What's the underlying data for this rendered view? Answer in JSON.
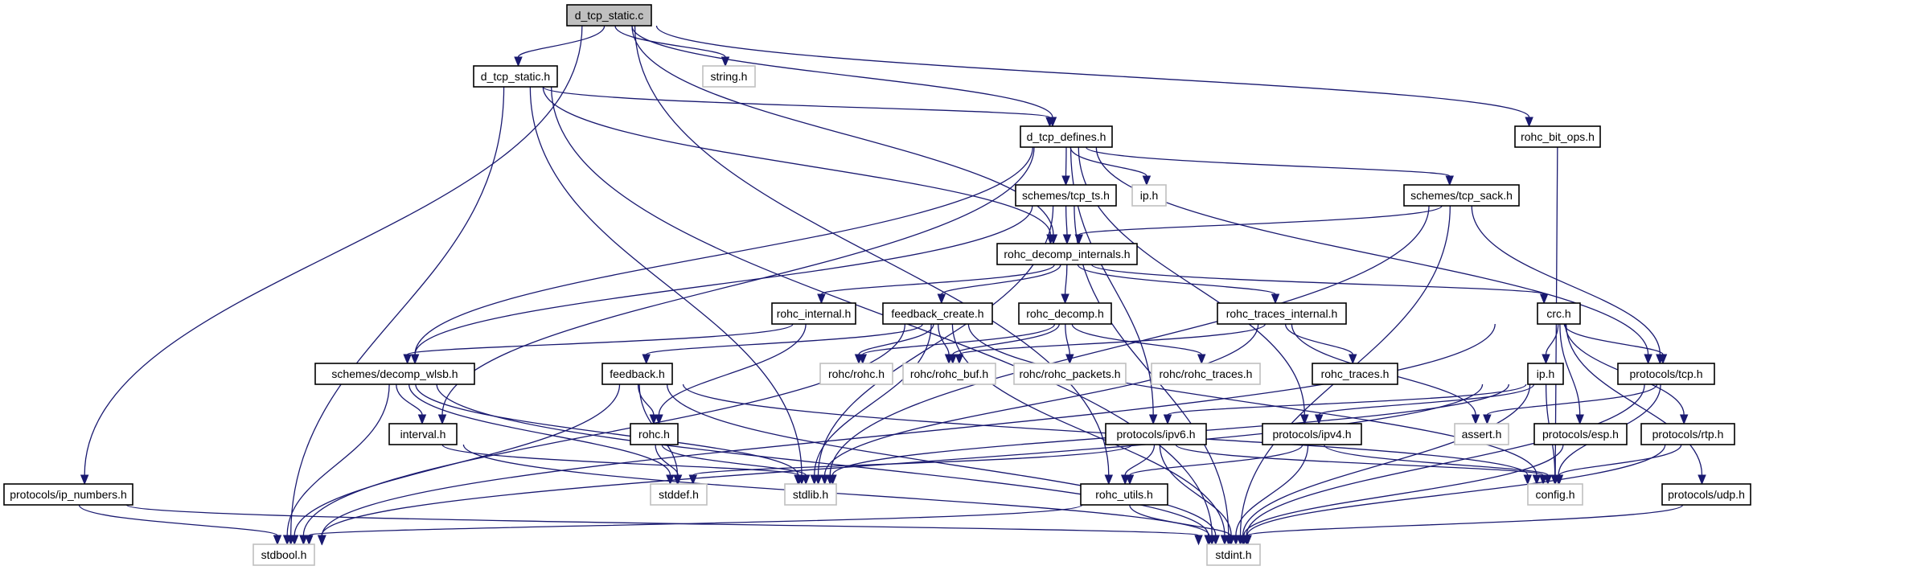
{
  "title": "d_tcp_static.c",
  "colors": {
    "edge": "#191970",
    "root_fill": "#bfbfbf",
    "local_border": "#000000",
    "system_border": "#bfbfbf"
  },
  "nodes": [
    {
      "id": "d_tcp_static_c",
      "label": "d_tcp_static.c",
      "kind": "root"
    },
    {
      "id": "d_tcp_static_h",
      "label": "d_tcp_static.h",
      "kind": "local"
    },
    {
      "id": "string_h",
      "label": "string.h",
      "kind": "system"
    },
    {
      "id": "d_tcp_defines_h",
      "label": "d_tcp_defines.h",
      "kind": "local"
    },
    {
      "id": "rohc_bit_ops_h",
      "label": "rohc_bit_ops.h",
      "kind": "local"
    },
    {
      "id": "schemes_tcp_ts_h",
      "label": "schemes/tcp_ts.h",
      "kind": "local"
    },
    {
      "id": "ip_h_sys",
      "label": "ip.h",
      "kind": "system"
    },
    {
      "id": "schemes_tcp_sack_h",
      "label": "schemes/tcp_sack.h",
      "kind": "local"
    },
    {
      "id": "rohc_decomp_internals_h",
      "label": "rohc_decomp_internals.h",
      "kind": "local"
    },
    {
      "id": "rohc_internal_h",
      "label": "rohc_internal.h",
      "kind": "local"
    },
    {
      "id": "feedback_create_h",
      "label": "feedback_create.h",
      "kind": "local"
    },
    {
      "id": "rohc_decomp_h",
      "label": "rohc_decomp.h",
      "kind": "local"
    },
    {
      "id": "rohc_traces_internal_h",
      "label": "rohc_traces_internal.h",
      "kind": "local"
    },
    {
      "id": "crc_h",
      "label": "crc.h",
      "kind": "local"
    },
    {
      "id": "schemes_decomp_wlsb_h",
      "label": "schemes/decomp_wlsb.h",
      "kind": "local"
    },
    {
      "id": "feedback_h",
      "label": "feedback.h",
      "kind": "local"
    },
    {
      "id": "rohc_rohc_h",
      "label": "rohc/rohc.h",
      "kind": "system"
    },
    {
      "id": "rohc_rohc_buf_h",
      "label": "rohc/rohc_buf.h",
      "kind": "system"
    },
    {
      "id": "rohc_rohc_packets_h",
      "label": "rohc/rohc_packets.h",
      "kind": "system"
    },
    {
      "id": "rohc_rohc_traces_h",
      "label": "rohc/rohc_traces.h",
      "kind": "system"
    },
    {
      "id": "rohc_traces_h",
      "label": "rohc_traces.h",
      "kind": "local"
    },
    {
      "id": "ip_h",
      "label": "ip.h",
      "kind": "local"
    },
    {
      "id": "protocols_tcp_h",
      "label": "protocols/tcp.h",
      "kind": "local"
    },
    {
      "id": "interval_h",
      "label": "interval.h",
      "kind": "local"
    },
    {
      "id": "rohc_h",
      "label": "rohc.h",
      "kind": "local"
    },
    {
      "id": "protocols_ipv6_h",
      "label": "protocols/ipv6.h",
      "kind": "local"
    },
    {
      "id": "protocols_ipv4_h",
      "label": "protocols/ipv4.h",
      "kind": "local"
    },
    {
      "id": "assert_h",
      "label": "assert.h",
      "kind": "system"
    },
    {
      "id": "protocols_esp_h",
      "label": "protocols/esp.h",
      "kind": "local"
    },
    {
      "id": "protocols_rtp_h",
      "label": "protocols/rtp.h",
      "kind": "local"
    },
    {
      "id": "protocols_ip_numbers_h",
      "label": "protocols/ip_numbers.h",
      "kind": "local"
    },
    {
      "id": "stddef_h",
      "label": "stddef.h",
      "kind": "system"
    },
    {
      "id": "stdlib_h",
      "label": "stdlib.h",
      "kind": "system"
    },
    {
      "id": "rohc_utils_h",
      "label": "rohc_utils.h",
      "kind": "local"
    },
    {
      "id": "config_h",
      "label": "config.h",
      "kind": "system"
    },
    {
      "id": "protocols_udp_h",
      "label": "protocols/udp.h",
      "kind": "local"
    },
    {
      "id": "stdbool_h",
      "label": "stdbool.h",
      "kind": "system"
    },
    {
      "id": "stdint_h",
      "label": "stdint.h",
      "kind": "system"
    }
  ],
  "edges": [
    [
      "d_tcp_static_c",
      "d_tcp_static_h"
    ],
    [
      "d_tcp_static_c",
      "string_h"
    ],
    [
      "d_tcp_static_c",
      "d_tcp_defines_h"
    ],
    [
      "d_tcp_static_c",
      "rohc_bit_ops_h"
    ],
    [
      "d_tcp_static_c",
      "protocols_ip_numbers_h"
    ],
    [
      "d_tcp_static_c",
      "rohc_utils_h"
    ],
    [
      "d_tcp_static_c",
      "rohc_decomp_internals_h"
    ],
    [
      "d_tcp_static_h",
      "d_tcp_defines_h"
    ],
    [
      "d_tcp_static_h",
      "rohc_decomp_internals_h"
    ],
    [
      "d_tcp_static_h",
      "stdbool_h"
    ],
    [
      "d_tcp_static_h",
      "stdint_h"
    ],
    [
      "d_tcp_static_h",
      "stdlib_h"
    ],
    [
      "d_tcp_defines_h",
      "schemes_tcp_ts_h"
    ],
    [
      "d_tcp_defines_h",
      "ip_h_sys"
    ],
    [
      "d_tcp_defines_h",
      "schemes_tcp_sack_h"
    ],
    [
      "d_tcp_defines_h",
      "schemes_decomp_wlsb_h"
    ],
    [
      "d_tcp_defines_h",
      "interval_h"
    ],
    [
      "d_tcp_defines_h",
      "protocols_tcp_h"
    ],
    [
      "d_tcp_defines_h",
      "protocols_ipv4_h"
    ],
    [
      "d_tcp_defines_h",
      "protocols_ipv6_h"
    ],
    [
      "schemes_tcp_ts_h",
      "rohc_decomp_internals_h"
    ],
    [
      "schemes_tcp_ts_h",
      "schemes_decomp_wlsb_h"
    ],
    [
      "schemes_tcp_ts_h",
      "stdint_h"
    ],
    [
      "schemes_tcp_ts_h",
      "stdlib_h"
    ],
    [
      "schemes_tcp_sack_h",
      "rohc_decomp_internals_h"
    ],
    [
      "schemes_tcp_sack_h",
      "protocols_tcp_h"
    ],
    [
      "schemes_tcp_sack_h",
      "stdint_h"
    ],
    [
      "schemes_tcp_sack_h",
      "stdlib_h"
    ],
    [
      "rohc_bit_ops_h",
      "config_h"
    ],
    [
      "rohc_decomp_internals_h",
      "rohc_internal_h"
    ],
    [
      "rohc_decomp_internals_h",
      "feedback_create_h"
    ],
    [
      "rohc_decomp_internals_h",
      "rohc_decomp_h"
    ],
    [
      "rohc_decomp_internals_h",
      "rohc_traces_internal_h"
    ],
    [
      "rohc_decomp_internals_h",
      "crc_h"
    ],
    [
      "rohc_internal_h",
      "schemes_decomp_wlsb_h"
    ],
    [
      "rohc_internal_h",
      "rohc_h"
    ],
    [
      "feedback_create_h",
      "rohc_rohc_h"
    ],
    [
      "feedback_create_h",
      "rohc_rohc_buf_h"
    ],
    [
      "feedback_create_h",
      "feedback_h"
    ],
    [
      "feedback_create_h",
      "stdbool_h"
    ],
    [
      "feedback_create_h",
      "stdlib_h"
    ],
    [
      "feedback_create_h",
      "stdint_h"
    ],
    [
      "feedback_create_h",
      "config_h"
    ],
    [
      "rohc_decomp_h",
      "rohc_rohc_h"
    ],
    [
      "rohc_decomp_h",
      "rohc_rohc_buf_h"
    ],
    [
      "rohc_decomp_h",
      "rohc_rohc_packets_h"
    ],
    [
      "rohc_decomp_h",
      "rohc_rohc_traces_h"
    ],
    [
      "rohc_traces_internal_h",
      "rohc_traces_h"
    ],
    [
      "rohc_traces_internal_h",
      "rohc_rohc_buf_h"
    ],
    [
      "rohc_traces_internal_h",
      "stdlib_h"
    ],
    [
      "rohc_traces_internal_h",
      "assert_h"
    ],
    [
      "crc_h",
      "ip_h"
    ],
    [
      "crc_h",
      "protocols_tcp_h"
    ],
    [
      "crc_h",
      "protocols_esp_h"
    ],
    [
      "crc_h",
      "protocols_rtp_h"
    ],
    [
      "crc_h",
      "protocols_udp_h"
    ],
    [
      "crc_h",
      "stdbool_h"
    ],
    [
      "schemes_decomp_wlsb_h",
      "interval_h"
    ],
    [
      "schemes_decomp_wlsb_h",
      "stdbool_h"
    ],
    [
      "schemes_decomp_wlsb_h",
      "stdint_h"
    ],
    [
      "schemes_decomp_wlsb_h",
      "stddef_h"
    ],
    [
      "schemes_decomp_wlsb_h",
      "stdlib_h"
    ],
    [
      "feedback_h",
      "rohc_h"
    ],
    [
      "feedback_h",
      "stdbool_h"
    ],
    [
      "feedback_h",
      "stddef_h"
    ],
    [
      "feedback_h",
      "stdint_h"
    ],
    [
      "feedback_h",
      "config_h"
    ],
    [
      "ip_h",
      "protocols_ipv6_h"
    ],
    [
      "ip_h",
      "protocols_ipv4_h"
    ],
    [
      "ip_h",
      "stdlib_h"
    ],
    [
      "ip_h",
      "stdint_h"
    ],
    [
      "ip_h",
      "stdbool_h"
    ],
    [
      "ip_h",
      "config_h"
    ],
    [
      "protocols_tcp_h",
      "assert_h"
    ],
    [
      "protocols_tcp_h",
      "config_h"
    ],
    [
      "protocols_tcp_h",
      "stdint_h"
    ],
    [
      "interval_h",
      "stdlib_h"
    ],
    [
      "interval_h",
      "stdint_h"
    ],
    [
      "rohc_h",
      "stddef_h"
    ],
    [
      "rohc_h",
      "stdlib_h"
    ],
    [
      "protocols_ipv6_h",
      "rohc_utils_h"
    ],
    [
      "protocols_ipv6_h",
      "stdint_h"
    ],
    [
      "protocols_ipv6_h",
      "stddef_h"
    ],
    [
      "protocols_ipv6_h",
      "config_h"
    ],
    [
      "protocols_ipv4_h",
      "rohc_utils_h"
    ],
    [
      "protocols_ipv4_h",
      "stdint_h"
    ],
    [
      "protocols_ipv4_h",
      "config_h"
    ],
    [
      "protocols_esp_h",
      "stdint_h"
    ],
    [
      "protocols_rtp_h",
      "config_h"
    ],
    [
      "protocols_rtp_h",
      "stdint_h"
    ],
    [
      "protocols_udp_h",
      "stdint_h"
    ],
    [
      "protocols_ip_numbers_h",
      "stdbool_h"
    ],
    [
      "protocols_ip_numbers_h",
      "stdint_h"
    ],
    [
      "rohc_utils_h",
      "stdint_h"
    ],
    [
      "rohc_utils_h",
      "stdbool_h"
    ]
  ]
}
